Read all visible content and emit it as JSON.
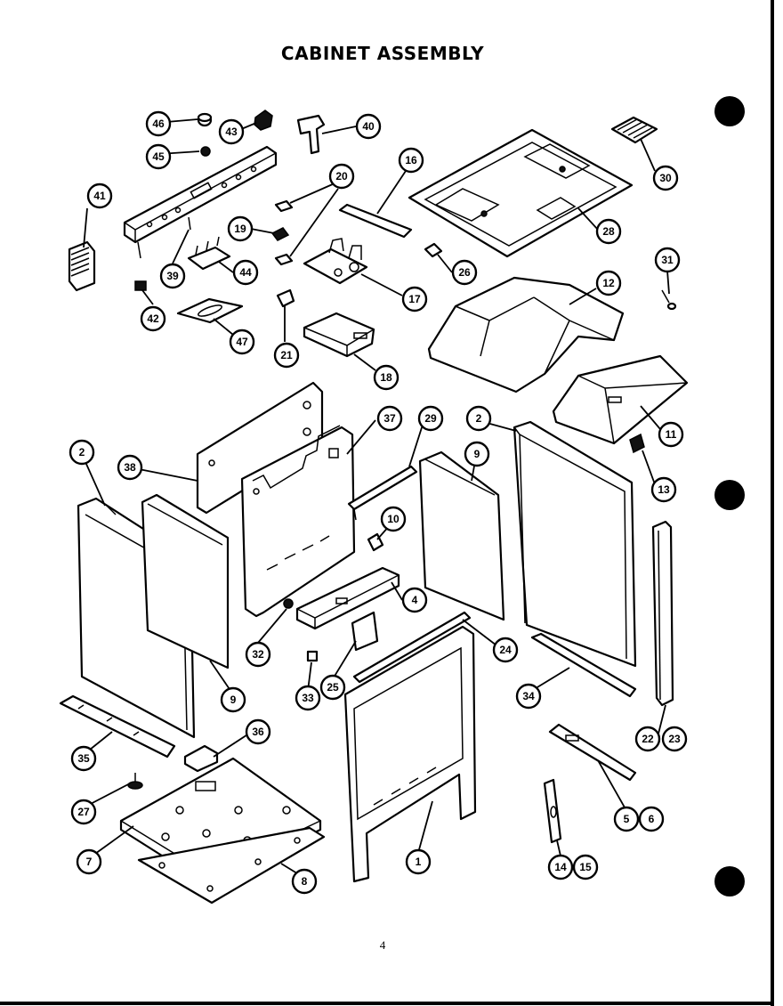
{
  "title": "CABINET ASSEMBLY",
  "page_number": "4",
  "callouts": [
    "1",
    "2",
    "4",
    "5",
    "6",
    "7",
    "8",
    "9",
    "10",
    "11",
    "12",
    "13",
    "14",
    "15",
    "16",
    "17",
    "18",
    "19",
    "20",
    "21",
    "22",
    "23",
    "24",
    "25",
    "26",
    "27",
    "28",
    "29",
    "30",
    "31",
    "32",
    "33",
    "34",
    "35",
    "36",
    "37",
    "38",
    "39",
    "40",
    "41",
    "42",
    "43",
    "44",
    "45",
    "46",
    "47"
  ]
}
